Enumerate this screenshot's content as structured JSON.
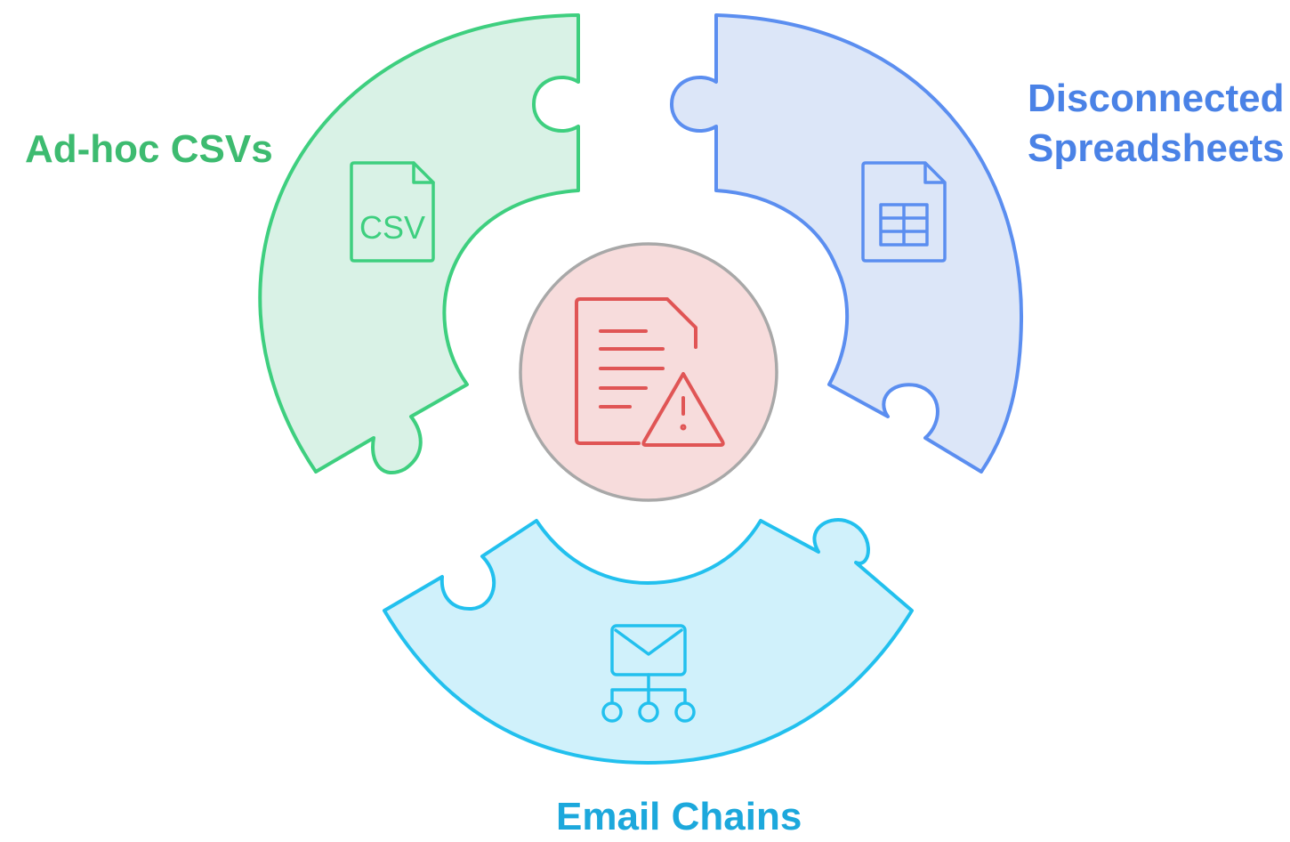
{
  "segments": [
    {
      "id": "csv",
      "label_lines": [
        "Ad-hoc CSVs"
      ],
      "icon": "csv-file-icon",
      "icon_text": "CSV",
      "stroke": "#3ecf7f",
      "fill": "#d9f2e6",
      "text_color": "#3dbb70"
    },
    {
      "id": "sheets",
      "label_lines": [
        "Disconnected",
        "Spreadsheets"
      ],
      "icon": "spreadsheet-icon",
      "stroke": "#5b8ef0",
      "fill": "#dce6f8",
      "text_color": "#4a82e6"
    },
    {
      "id": "email",
      "label_lines": [
        "Email Chains"
      ],
      "icon": "email-network-icon",
      "stroke": "#22c0ee",
      "fill": "#d0f1fb",
      "text_color": "#1ca8dc"
    }
  ],
  "center": {
    "icon": "document-warning-icon",
    "stroke": "#e05555",
    "fill": "#f7dcdc",
    "ring": "#a8a8a8"
  }
}
